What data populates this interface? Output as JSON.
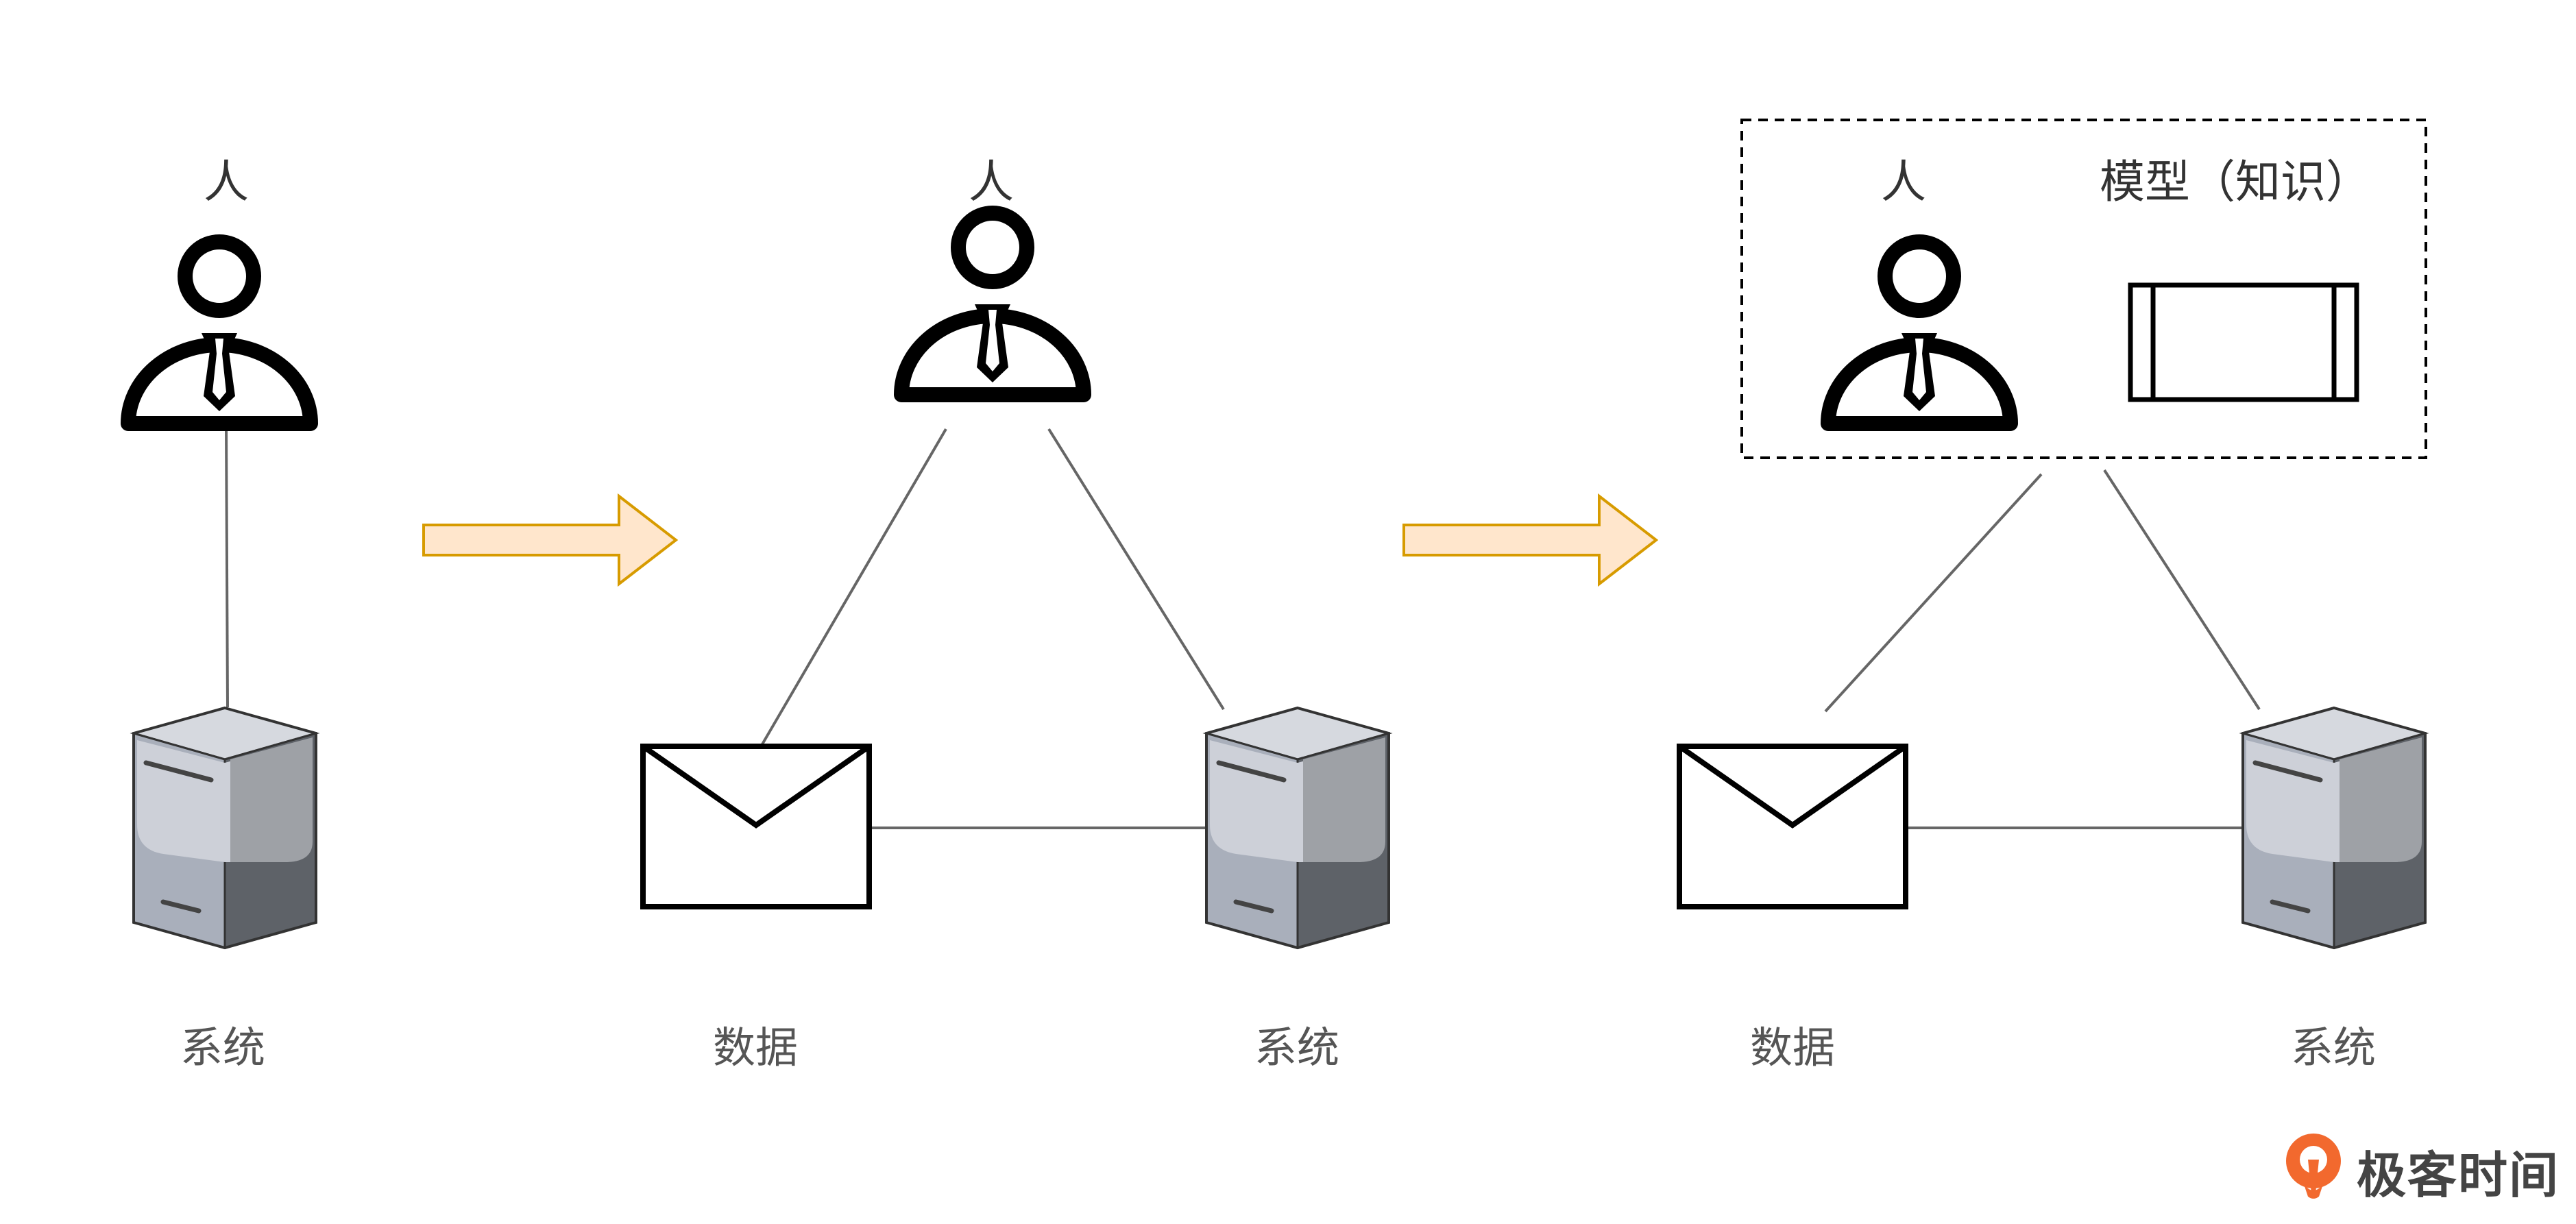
{
  "diagram": {
    "panel1": {
      "person_label": "人",
      "system_label": "系统"
    },
    "panel2": {
      "person_label": "人",
      "data_label": "数据",
      "system_label": "系统"
    },
    "panel3": {
      "person_label": "人",
      "model_label": "模型（知识）",
      "data_label": "数据",
      "system_label": "系统"
    }
  },
  "brand": {
    "name": "极客时间"
  },
  "colors": {
    "arrow_fill": "#FFE6CC",
    "arrow_stroke": "#D79B00",
    "line": "#666666",
    "icon": "#000000",
    "server_light": "#CDD0D8",
    "server_mid": "#9EA1A6",
    "server_dark": "#5E6268",
    "brand_orange": "#F2692E"
  },
  "icons": [
    "person-icon",
    "server-icon",
    "envelope-icon",
    "model-box-icon",
    "right-arrow-icon",
    "geek-time-logo-icon"
  ]
}
